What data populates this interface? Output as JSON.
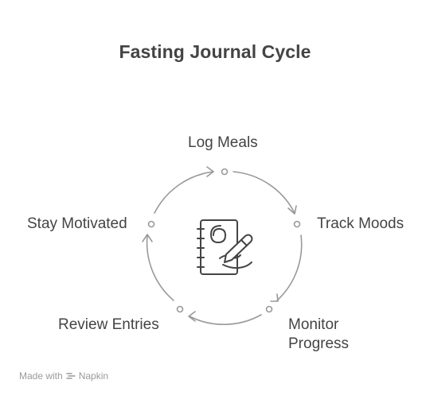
{
  "title": "Fasting Journal Cycle",
  "steps": [
    {
      "label": "Log Meals"
    },
    {
      "label": "Track Moods"
    },
    {
      "label": "Monitor\nProgress"
    },
    {
      "label": "Review Entries"
    },
    {
      "label": "Stay Motivated"
    }
  ],
  "center_icon": "journal-writing-icon",
  "footer": {
    "made_with": "Made with",
    "brand": "Napkin",
    "brand_icon": "napkin-logo-icon"
  },
  "colors": {
    "text": "#444444",
    "stroke": "#999999",
    "footer": "#9a9a9a"
  }
}
